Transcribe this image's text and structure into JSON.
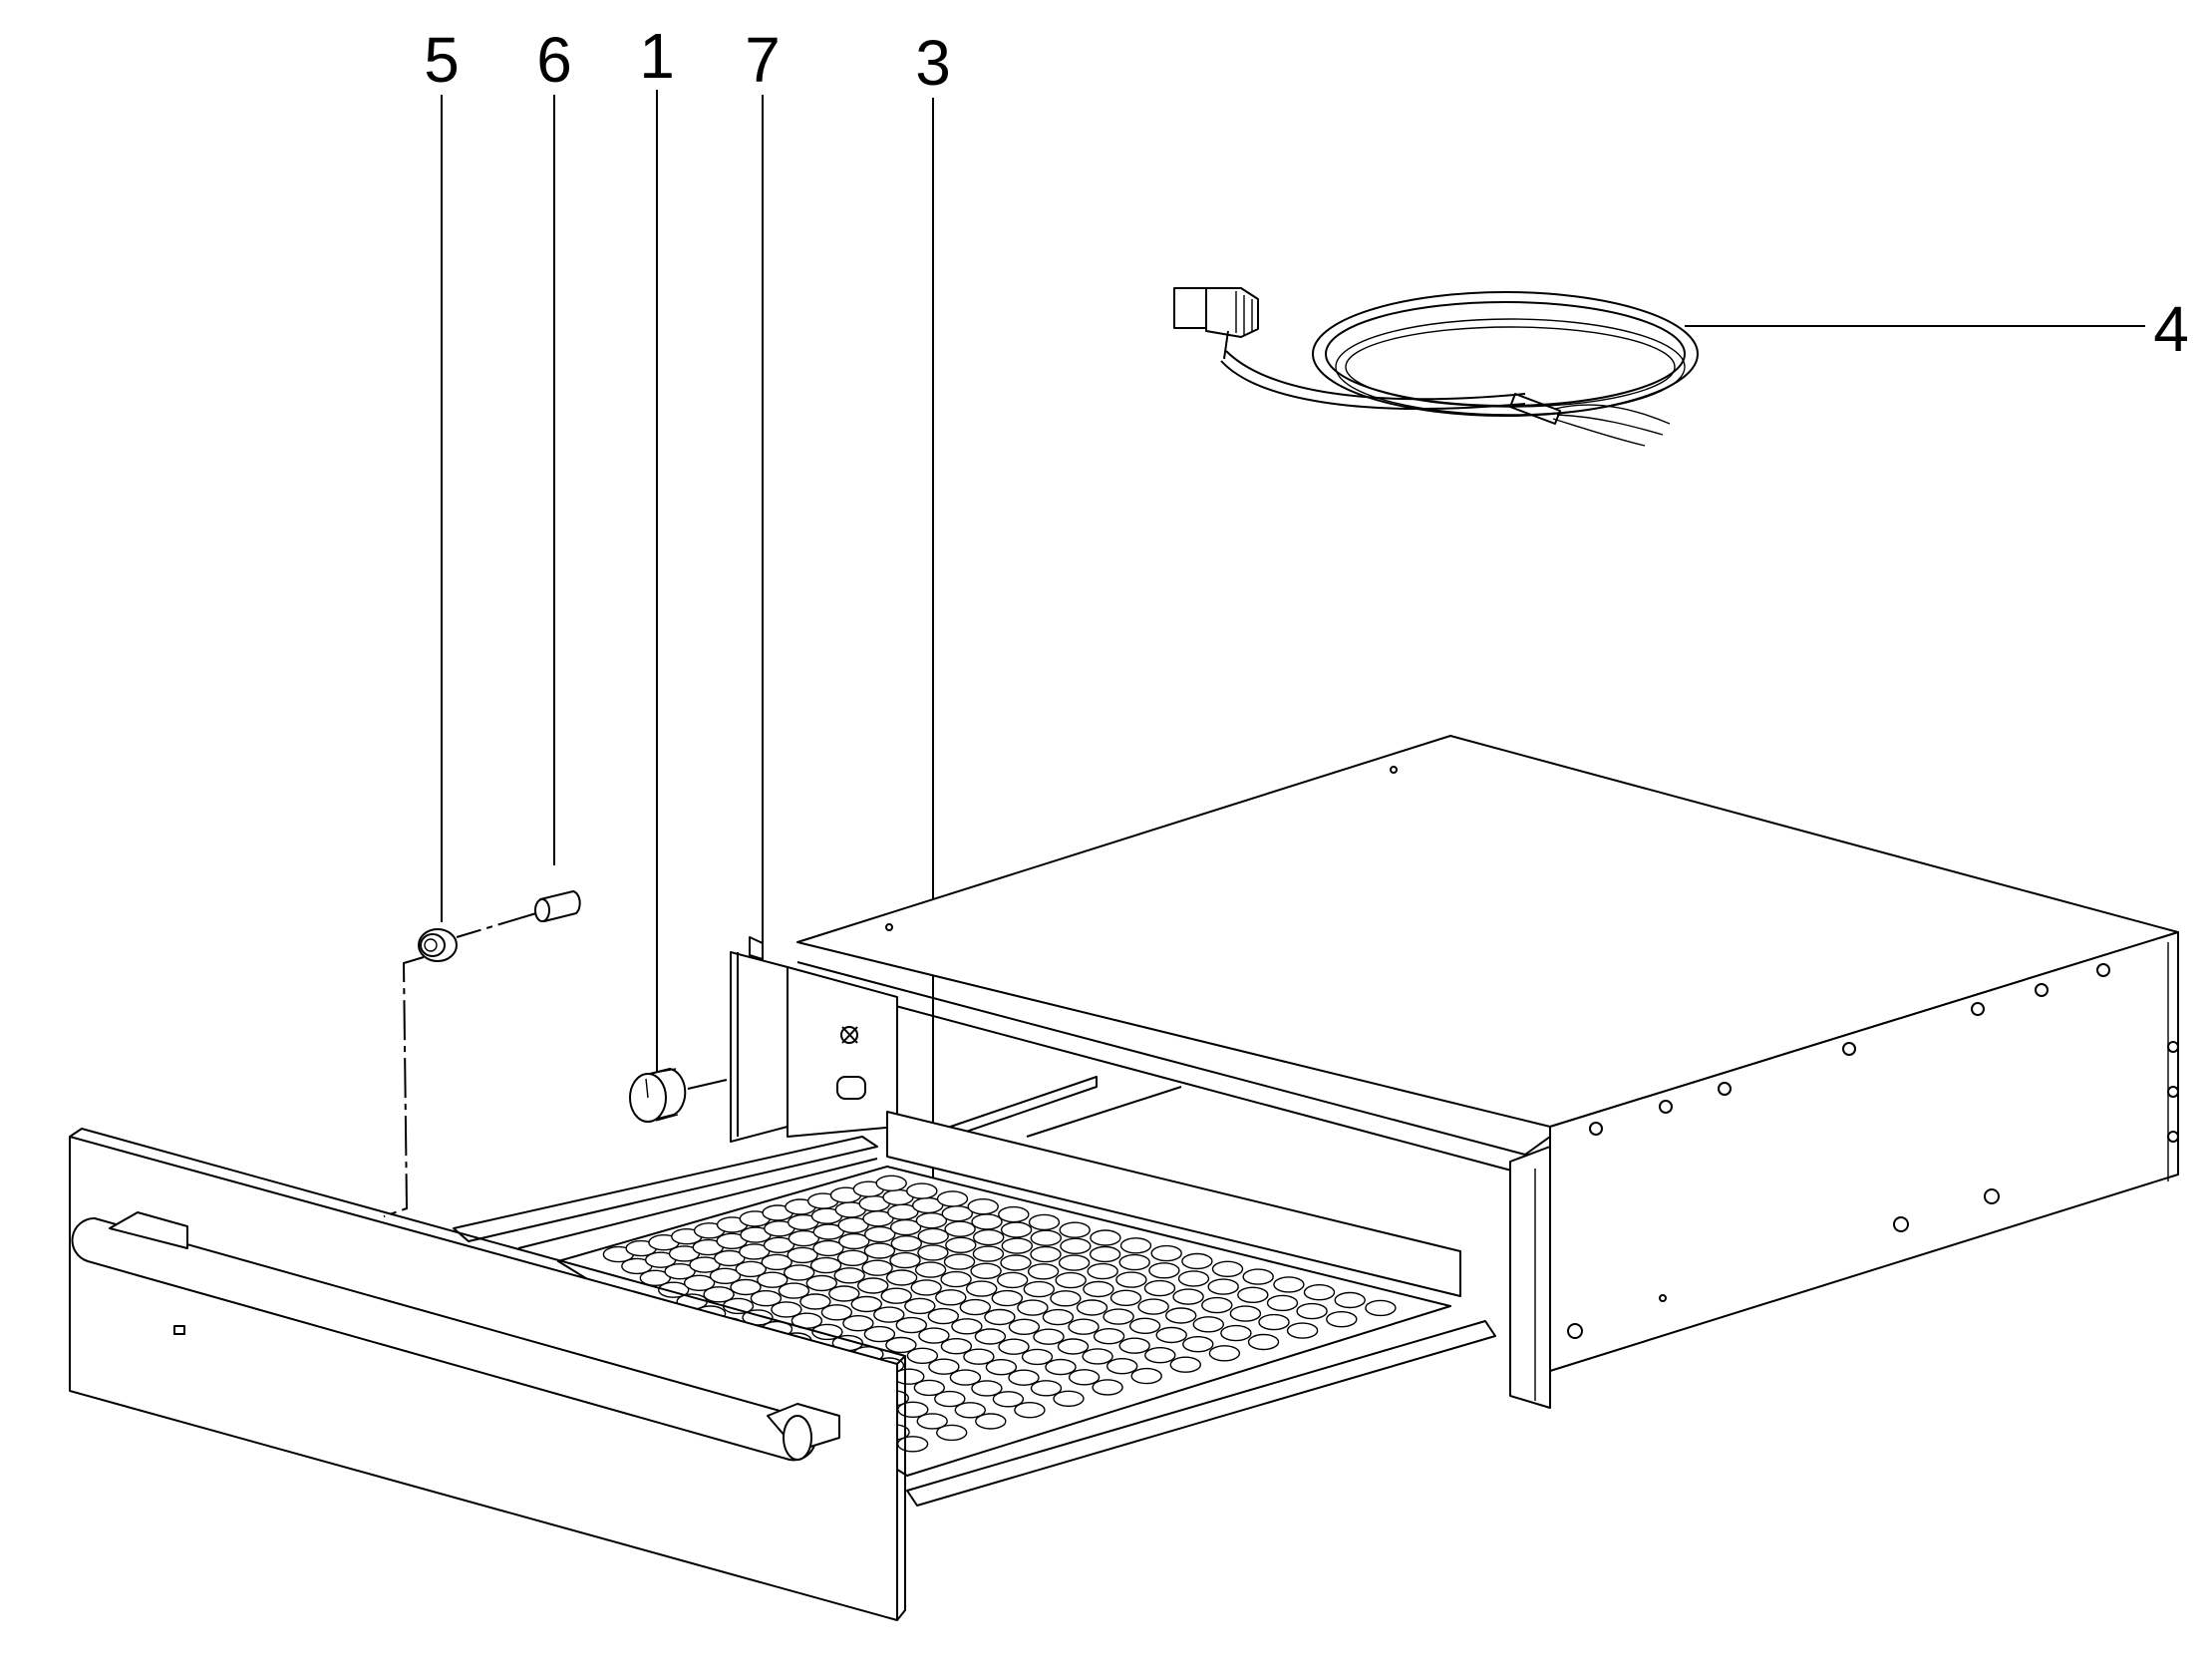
{
  "callouts": [
    {
      "id": "5",
      "text": "5"
    },
    {
      "id": "6",
      "text": "6"
    },
    {
      "id": "1",
      "text": "1"
    },
    {
      "id": "7",
      "text": "7"
    },
    {
      "id": "3",
      "text": "3"
    },
    {
      "id": "4",
      "text": "4"
    }
  ],
  "parts": [
    {
      "name": "grommet"
    },
    {
      "name": "pin"
    },
    {
      "name": "control-knob"
    },
    {
      "name": "front-frame"
    },
    {
      "name": "drawer-tray"
    },
    {
      "name": "power-cable"
    }
  ]
}
